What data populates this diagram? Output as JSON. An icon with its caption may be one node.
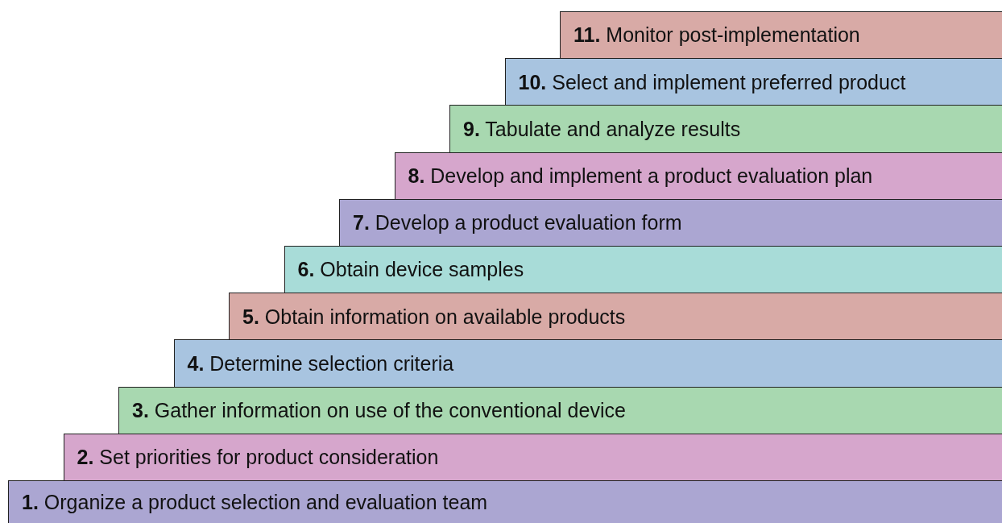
{
  "diagram": {
    "nodes": [
      {
        "text": [
          "**1.** Organize a product selection and evaluation team"
        ]
      },
      {
        "text": [
          "**2.** Set priorities for product consideration"
        ]
      },
      {
        "text": [
          "**3.** Gather information on use of the conventional device"
        ]
      },
      {
        "text": [
          "**4.** Determine selection criteria"
        ]
      },
      {
        "text": [
          "**5.** Obtain information on available products"
        ]
      },
      {
        "text": [
          "**6.** Obtain device samples"
        ]
      },
      {
        "text": [
          "**7.** Develop a product evaluation form"
        ]
      },
      {
        "text": [
          "**8.** Develop and implement a product evaluation plan"
        ]
      },
      {
        "text": [
          "**9.** Tabulate and analyze results"
        ]
      },
      {
        "text": [
          "**10.** Select and implement preferred product"
        ]
      },
      {
        "text": [
          "**11.** Monitor post-implementation"
        ]
      }
    ]
  }
}
